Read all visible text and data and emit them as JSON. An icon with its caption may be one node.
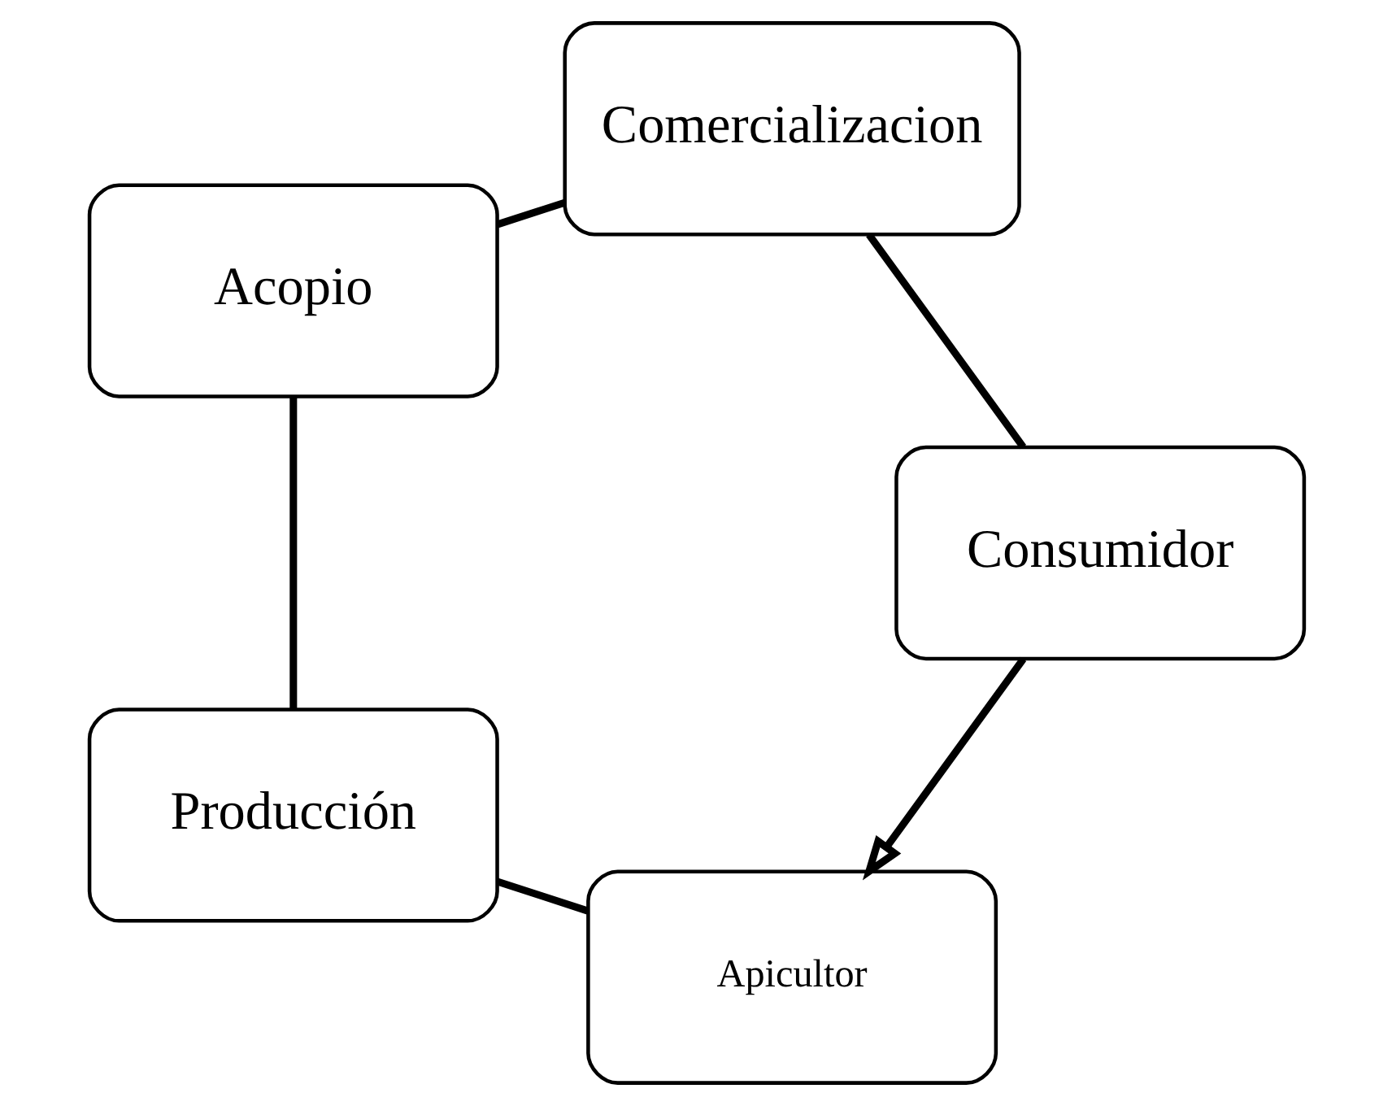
{
  "diagram": {
    "nodes": [
      {
        "text": [
          "Apicultor"
        ]
      },
      {
        "text": [
          "Producción"
        ]
      },
      {
        "text": [
          "Acopio"
        ]
      },
      {
        "text": [
          "Comercializacion"
        ]
      },
      {
        "text": [
          "Consumidor"
        ]
      }
    ],
    "edges": [
      {
        "from": 0,
        "to": 1,
        "arrow": "none"
      },
      {
        "from": 1,
        "to": 2,
        "arrow": "none"
      },
      {
        "from": 2,
        "to": 3,
        "arrow": "none"
      },
      {
        "from": 3,
        "to": 4,
        "arrow": "none"
      },
      {
        "from": 4,
        "to": 0,
        "arrow": "to"
      }
    ]
  }
}
